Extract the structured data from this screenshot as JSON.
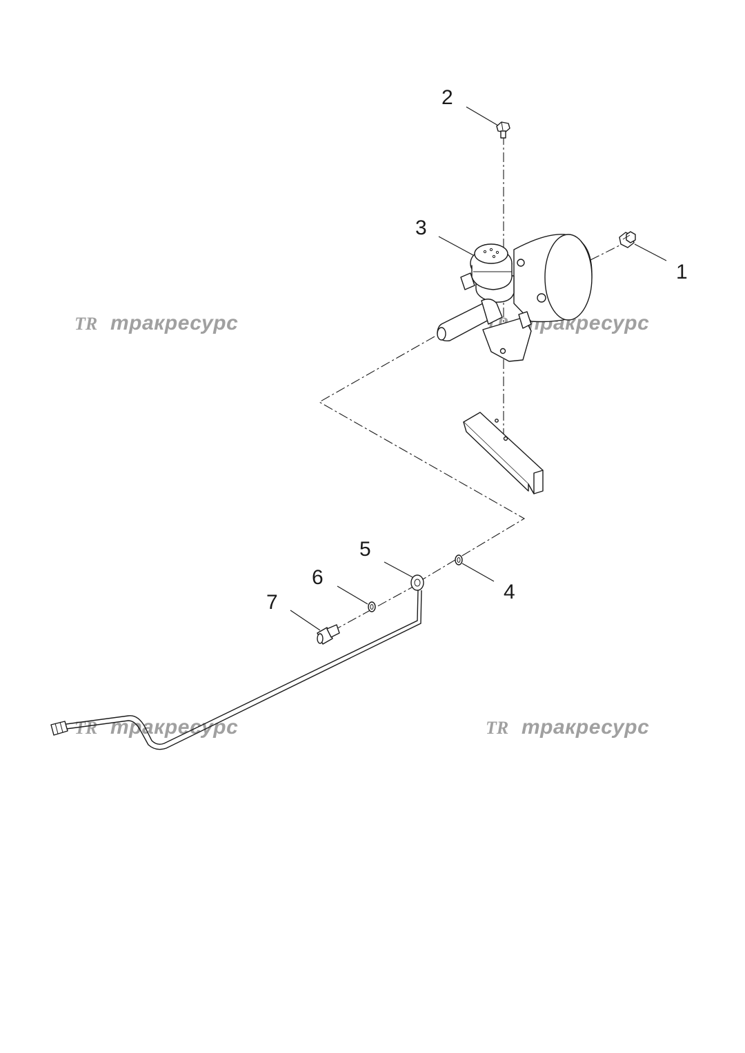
{
  "diagram": {
    "callouts": [
      {
        "id": "1",
        "label": "1"
      },
      {
        "id": "2",
        "label": "2"
      },
      {
        "id": "3",
        "label": "3"
      },
      {
        "id": "4",
        "label": "4"
      },
      {
        "id": "5",
        "label": "5"
      },
      {
        "id": "6",
        "label": "6"
      },
      {
        "id": "7",
        "label": "7"
      }
    ],
    "watermark": {
      "logo": "TR",
      "text": "тракресурс"
    }
  }
}
